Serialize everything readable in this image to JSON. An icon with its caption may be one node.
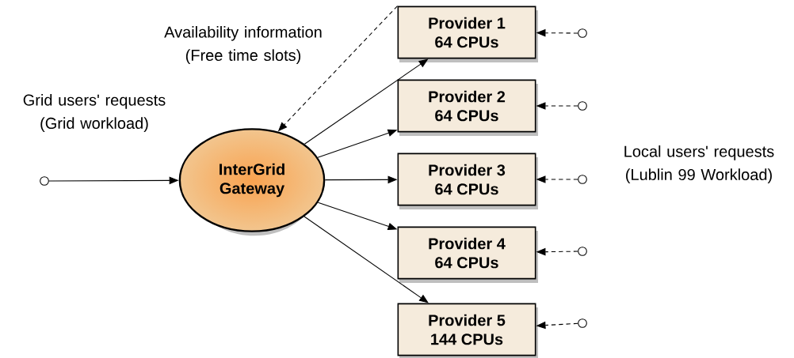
{
  "diagram": {
    "nodes": [
      {
        "text": [
          "InterGrid Gateway"
        ]
      },
      {
        "text": [
          "Provider 1",
          "64 CPUs"
        ]
      },
      {
        "text": [
          "Provider 2",
          "64 CPUs"
        ]
      },
      {
        "text": [
          "Provider 3",
          "64 CPUs"
        ]
      },
      {
        "text": [
          "Provider 4",
          "64 CPUs"
        ]
      },
      {
        "text": [
          "Provider 5",
          "144 CPUs"
        ]
      },
      {
        "text": [],
        "shape": "circle"
      },
      {
        "text": [],
        "shape": "circle"
      },
      {
        "text": [],
        "shape": "circle"
      },
      {
        "text": [],
        "shape": "circle"
      },
      {
        "text": [],
        "shape": "circle"
      },
      {
        "text": [],
        "shape": "circle"
      }
    ],
    "edges": [
      {
        "from": 6,
        "to": 0,
        "arrow": "to"
      },
      {
        "from": 0,
        "to": 1,
        "arrow": "to"
      },
      {
        "from": 0,
        "to": 2,
        "arrow": "to"
      },
      {
        "from": 0,
        "to": 3,
        "arrow": "to"
      },
      {
        "from": 0,
        "to": 4,
        "arrow": "to"
      },
      {
        "from": 0,
        "to": 5,
        "arrow": "to"
      },
      {
        "from": 1,
        "to": 0,
        "arrow": "to",
        "style": "dashed"
      },
      {
        "from": 7,
        "to": 1,
        "arrow": "to",
        "style": "dashed"
      },
      {
        "from": 8,
        "to": 2,
        "arrow": "to",
        "style": "dashed"
      },
      {
        "from": 9,
        "to": 3,
        "arrow": "to",
        "style": "dashed"
      },
      {
        "from": 10,
        "to": 4,
        "arrow": "to",
        "style": "dashed"
      },
      {
        "from": 11,
        "to": 5,
        "arrow": "to",
        "style": "dashed"
      }
    ],
    "labels": [
      "Availability information (Free time slots)",
      "Grid users' requests (Grid workload)",
      "Local users' requests (Lublin 99 Workload)"
    ]
  }
}
